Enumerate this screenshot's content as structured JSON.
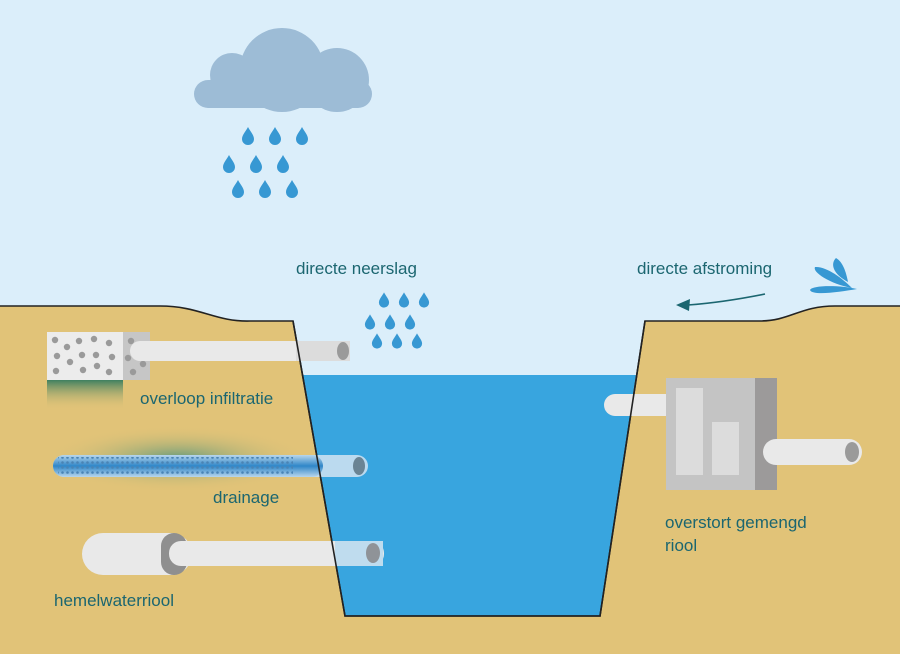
{
  "colors": {
    "sky": "#dbeefa",
    "ground": "#e1c378",
    "water": "#38a5df",
    "cloud": "#9dbcd6",
    "raindrop": "#3798d3",
    "label": "#1b6670",
    "pipe": "#e9e9e9",
    "pipe_end": "#9a9a9a",
    "box": "#c4c4c4",
    "box_side": "#9c9a9a",
    "arrow": "#1b6670"
  },
  "labels": {
    "direct_rain": "directe neerslag",
    "direct_runoff": "directe afstroming",
    "overflow_infiltration": "overloop infiltratie",
    "drainage": "drainage",
    "storm_sewer": "hemelwaterriool",
    "combined_sewer_overflow_line1": "overstort gemengd",
    "combined_sewer_overflow_line2": "riool"
  },
  "icons": {
    "cloud": "cloud-icon",
    "rain": "raindrops-icon",
    "splash": "splash-icon",
    "arrow": "arrow-left-icon"
  }
}
